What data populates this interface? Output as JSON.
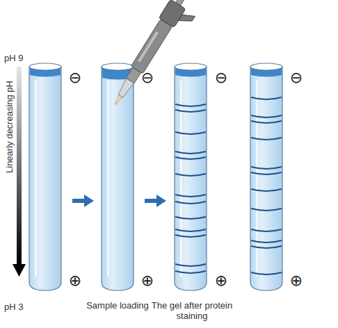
{
  "diagram": {
    "labels": [
      "pH 9",
      "⊖",
      "⊖",
      "⊖",
      "⊖",
      "Linearly decreasing pH",
      "⊕",
      "⊕",
      "⊕",
      "⊕",
      "pH 3",
      "Sample loading",
      "The gel after protein staining"
    ]
  }
}
